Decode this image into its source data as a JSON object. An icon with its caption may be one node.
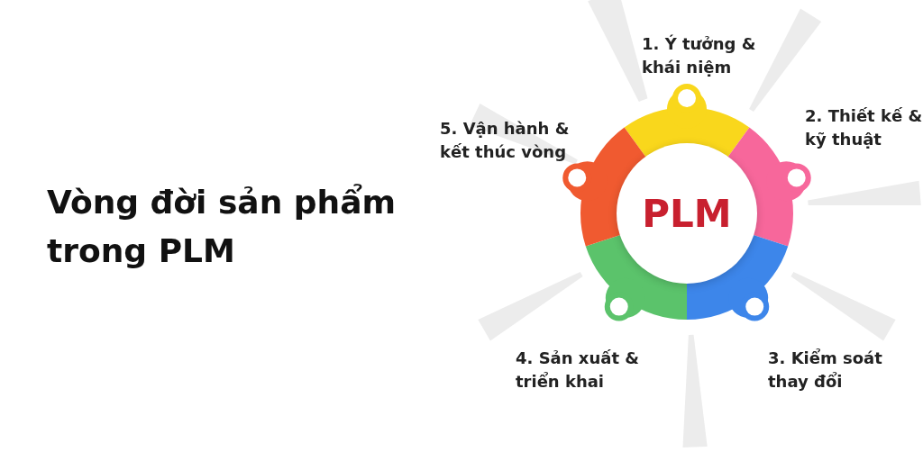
{
  "diagram": {
    "title": "Vòng đời sản phẩm trong PLM",
    "nodes": [
      {
        "text": [
          "PLM"
        ]
      },
      {
        "text": [
          "1. Ý tưởng & khái niệm"
        ]
      },
      {
        "text": [
          "2. Thiết kế & kỹ thuật"
        ]
      },
      {
        "text": [
          "3. Kiểm soát thay đổi"
        ]
      },
      {
        "text": [
          "4. Sản xuất & triển khai"
        ]
      },
      {
        "text": [
          "5. Vận hành & kết thúc vòng"
        ]
      }
    ]
  }
}
